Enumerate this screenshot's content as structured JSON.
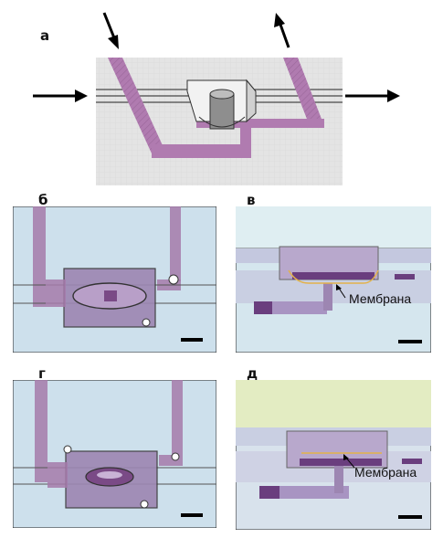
{
  "figure": {
    "panels": [
      {
        "id": "a",
        "label": "а"
      },
      {
        "id": "b",
        "label": "б"
      },
      {
        "id": "v",
        "label": "в",
        "annotation": "Мембрана"
      },
      {
        "id": "g",
        "label": "г"
      },
      {
        "id": "d",
        "label": "д",
        "annotation": "Мембрана"
      }
    ]
  },
  "colors": {
    "channel": "#a87aa8",
    "channel_dark": "#7a4a86",
    "micro_bg": "#cfe0ea",
    "membrane_line": "#e3b24a",
    "frame": "#222222"
  }
}
